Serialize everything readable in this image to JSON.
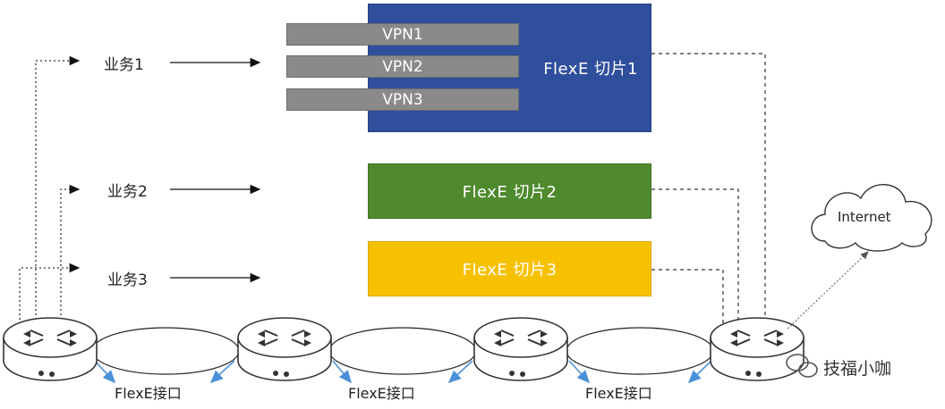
{
  "services": [
    {
      "label": "业务1"
    },
    {
      "label": "业务2"
    },
    {
      "label": "业务3"
    }
  ],
  "slices": [
    {
      "label": "FlexE 切片1",
      "color": "#2f4f9c"
    },
    {
      "label": "FlexE 切片2",
      "color": "#4f8a2e"
    },
    {
      "label": "FlexE 切片3",
      "color": "#f6c100"
    }
  ],
  "vpns": [
    {
      "label": "VPN1"
    },
    {
      "label": "VPN2"
    },
    {
      "label": "VPN3"
    }
  ],
  "interfaces": [
    {
      "label": "FlexE接口"
    },
    {
      "label": "FlexE接口"
    },
    {
      "label": "FlexE接口"
    }
  ],
  "cloud": {
    "label": "Internet"
  },
  "watermark": {
    "label": "技福小咖"
  },
  "colors": {
    "arrow_blue": "#4a90d9",
    "line": "#333333",
    "router_stroke": "#333333"
  }
}
